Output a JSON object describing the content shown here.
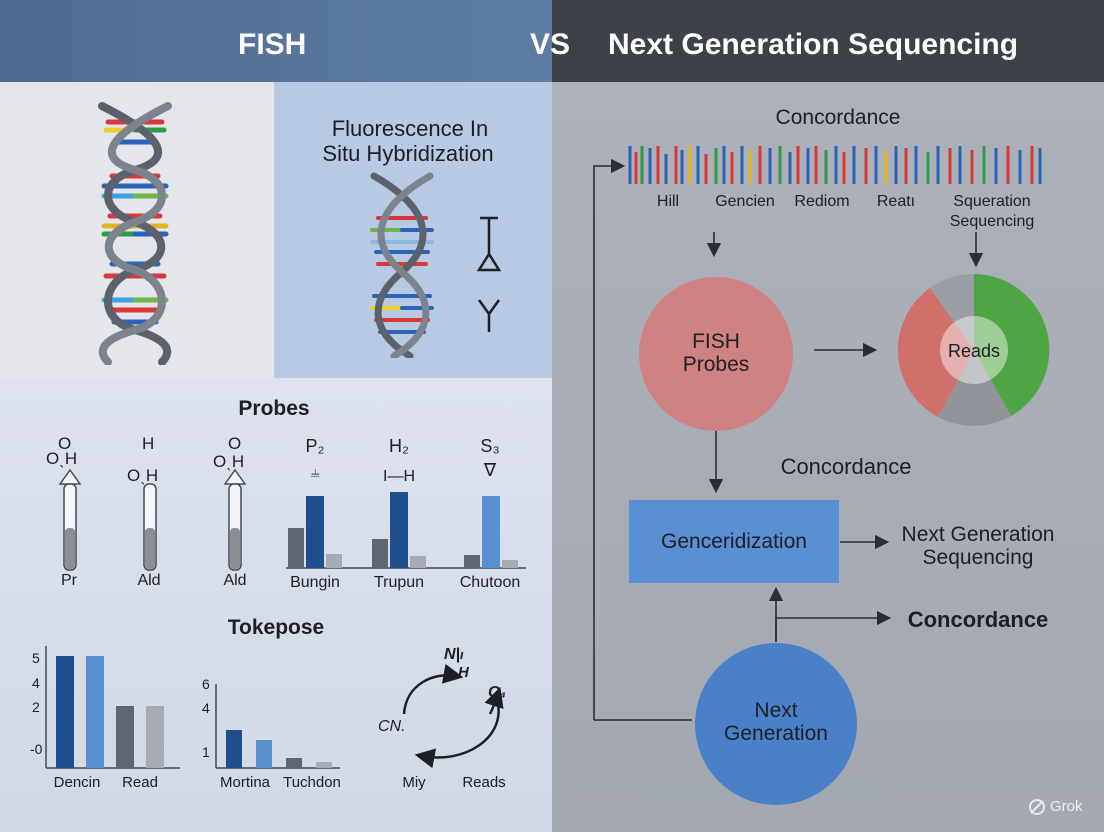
{
  "header": {
    "left_title": "FISH",
    "vs": "VS",
    "right_title": "Next Generation Sequencing"
  },
  "fish_panel": {
    "title_line1": "Fluorescence In",
    "title_line2": "Situ Hybridization"
  },
  "probes": {
    "title": "Probes",
    "tubes": [
      {
        "formula": "OˎH",
        "top": "O",
        "label": "Pr"
      },
      {
        "formula": "OˎH",
        "top": "H",
        "label": "Ald"
      },
      {
        "formula": "OˎH",
        "top": "O",
        "label": "Ald"
      }
    ],
    "bars": [
      {
        "symbol": "P₂",
        "glyph": "⫨",
        "label": "Bungin"
      },
      {
        "symbol": "H₂",
        "glyph": "I—H",
        "label": "Trupun"
      },
      {
        "symbol": "S₃",
        "glyph": "∇",
        "label": "Chutoon"
      }
    ]
  },
  "tokepose": {
    "title": "Tokepose",
    "chart1": {
      "ticks": [
        "5",
        "4",
        "2",
        "-0"
      ],
      "labels": [
        "Dencin",
        "Read"
      ]
    },
    "chart2": {
      "ticks": [
        "6",
        "4",
        "1"
      ],
      "labels": [
        "Mortina",
        "Tuchdon"
      ]
    },
    "cycle": {
      "label_top": "N|ₗ",
      "label_top2": "H",
      "label_right": "C₄",
      "label_left": "CN.",
      "label_bottom_left": "Miy",
      "label_bottom_right": "Reads"
    }
  },
  "right_panel": {
    "top_title": "Concordance",
    "barcode_labels": [
      "Hill",
      "Gencien",
      "Rediom",
      "Reatı",
      "Squeration",
      "Sequencing"
    ],
    "fish_circle_line1": "FISH",
    "fish_circle_line2": "Probes",
    "pie_label": "Reads",
    "concordance_mid": "Concordance",
    "box_label": "Genceridization",
    "ngs_label_line1": "Next Generation",
    "ngs_label_line2": "Sequencing",
    "concordance_low": "Concordance",
    "ngs_circle_line1": "Next",
    "ngs_circle_line2": "Generation"
  },
  "watermark": "Grok",
  "colors": {
    "fish_circle": "#d08282",
    "ngs_circle": "#4a80c8",
    "box": "#5b8fd4",
    "bar_dark": "#1f4e8c",
    "bar_light": "#5a8fd0",
    "bar_grey": "#6b7380",
    "pie_red": "#d0706a",
    "pie_green": "#4fa544",
    "pie_grey": "#8f949b"
  }
}
